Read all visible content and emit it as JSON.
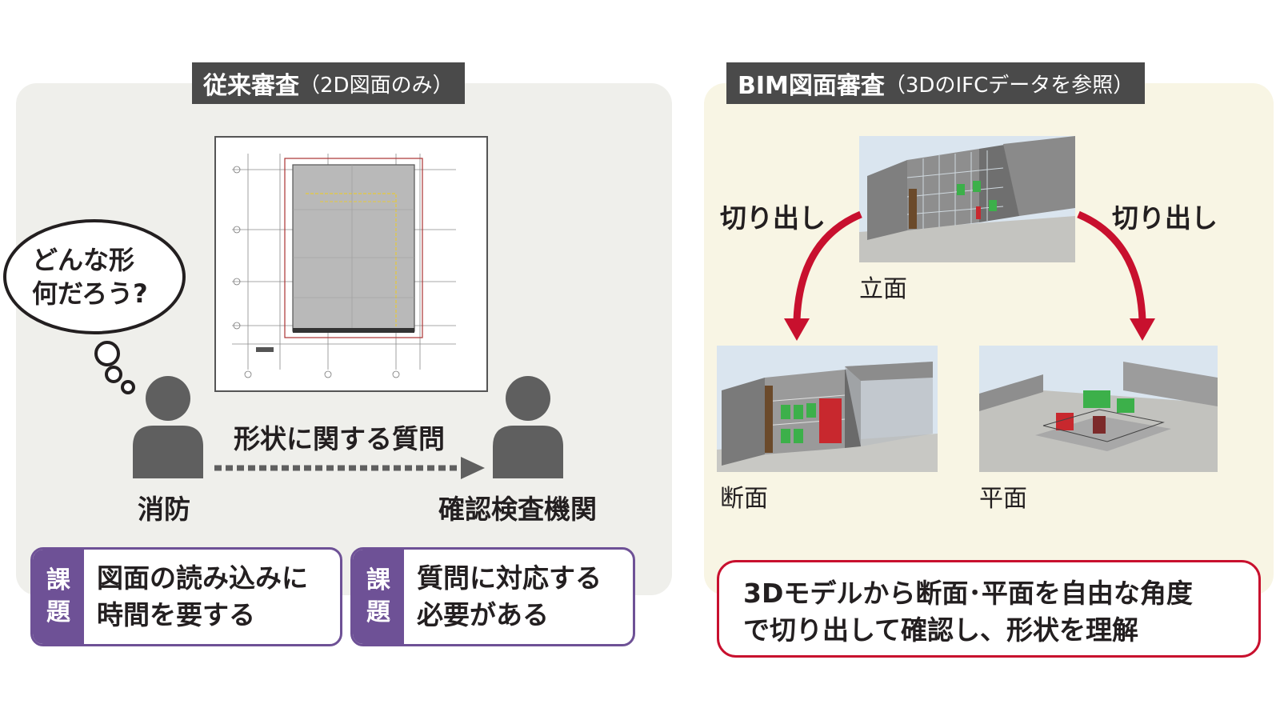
{
  "left": {
    "title_main": "従来審査",
    "title_sub": "（2D図面のみ）",
    "bubble_line1": "どんな形",
    "bubble_line2": "何だろう?",
    "question_label": "形状に関する質問",
    "person_left_label": "消防",
    "person_right_label": "確認検査機関",
    "issues": [
      {
        "tag1": "課",
        "tag2": "題",
        "line1": "図面の読み込みに",
        "line2": "時間を要する"
      },
      {
        "tag1": "課",
        "tag2": "題",
        "line1": "質問に対応する",
        "line2": "必要がある"
      }
    ]
  },
  "right": {
    "title_main": "BIM図面審査",
    "title_sub": "（3DのIFCデータを参照）",
    "extract_left": "切り出し",
    "extract_right": "切り出し",
    "elevation_label": "立面",
    "section_label": "断面",
    "plan_label": "平面",
    "conclusion_line1": "3Dモデルから断面･平面を自由な角度",
    "conclusion_line2": "で切り出して確認し、形状を理解"
  },
  "colors": {
    "left_panel": "#efefeb",
    "right_panel": "#f8f5e4",
    "title_bar": "#4a4a4a",
    "issue_purple": "#6e5196",
    "accent_red": "#c8102e",
    "person_gray": "#5f5f5f"
  }
}
